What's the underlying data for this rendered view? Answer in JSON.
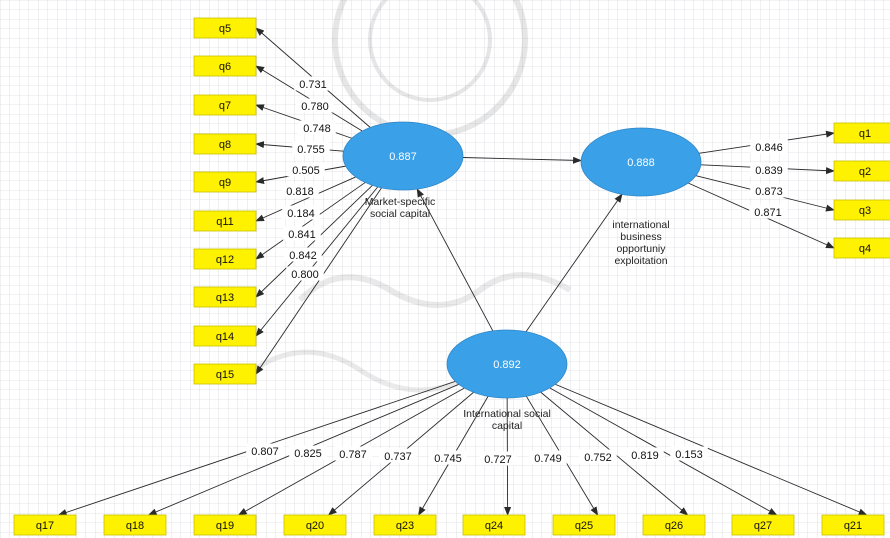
{
  "latents": {
    "market": {
      "value": "0.887",
      "name_lines": [
        "Market-specific",
        "social capital"
      ]
    },
    "ibo": {
      "value": "0.888",
      "name_lines": [
        "international",
        "business",
        "opportuniy",
        "exploitation"
      ]
    },
    "isc": {
      "value": "0.892",
      "name_lines": [
        "International social",
        "capital"
      ]
    }
  },
  "indicators": {
    "q1": "q1",
    "q2": "q2",
    "q3": "q3",
    "q4": "q4",
    "q5": "q5",
    "q6": "q6",
    "q7": "q7",
    "q8": "q8",
    "q9": "q9",
    "q11": "q11",
    "q12": "q12",
    "q13": "q13",
    "q14": "q14",
    "q15": "q15",
    "q17": "q17",
    "q18": "q18",
    "q19": "q19",
    "q20": "q20",
    "q21": "q21",
    "q23": "q23",
    "q24": "q24",
    "q25": "q25",
    "q26": "q26",
    "q27": "q27"
  },
  "loadings": {
    "q5": "0.731",
    "q6": "0.780",
    "q7": "0.748",
    "q8": "0.755",
    "q9": "0.505",
    "q11": "0.818",
    "q12": "0.184",
    "q13": "0.841",
    "q14": "0.842",
    "q15": "0.800",
    "q1": "0.846",
    "q2": "0.839",
    "q3": "0.873",
    "q4": "0.871",
    "q17": "0.807",
    "q18": "0.825",
    "q19": "0.787",
    "q20": "0.737",
    "q23": "0.745",
    "q24": "0.727",
    "q25": "0.749",
    "q26": "0.752",
    "q27": "0.819",
    "q21": "0.153"
  },
  "colors": {
    "latent_fill": "#3AA0E8",
    "indicator_fill": "#FFF200",
    "indicator_border": "#C8C000",
    "grid": "#C9CDD3",
    "arrow": "#2A2A2A"
  }
}
